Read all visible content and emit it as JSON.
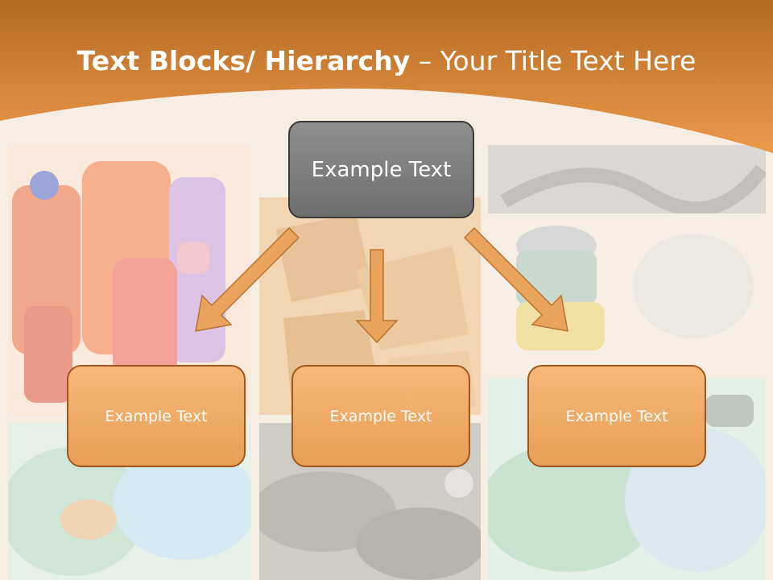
{
  "title": {
    "bold": "Text Blocks/ Hierarchy",
    "rest": " – Your Title Text Here"
  },
  "hierarchy": {
    "top": {
      "label": "Example Text"
    },
    "children": [
      {
        "label": "Example Text"
      },
      {
        "label": "Example Text"
      },
      {
        "label": "Example Text"
      }
    ]
  },
  "colors": {
    "header": "#d9832b",
    "box_fill": "#eda560",
    "box_border": "#a0561a",
    "top_box_fill": "#7e7e7e",
    "arrow": "#e9a35c"
  }
}
